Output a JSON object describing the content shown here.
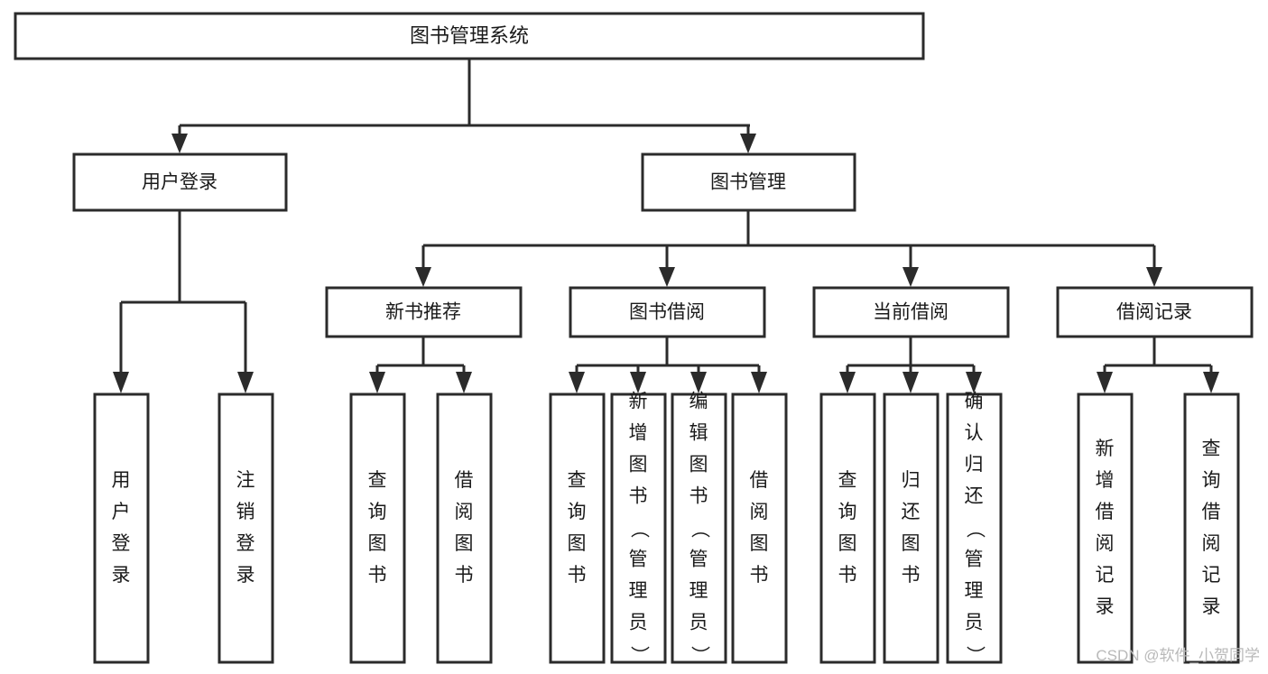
{
  "diagram": {
    "type": "hierarchy-tree",
    "title": "图书管理系统",
    "orientation": "top-down",
    "levels": 4,
    "root": {
      "id": "root",
      "label": "图书管理系统",
      "orient": "horizontal"
    },
    "level2": [
      {
        "id": "user-login",
        "label": "用户登录",
        "orient": "horizontal"
      },
      {
        "id": "book-manage",
        "label": "图书管理",
        "orient": "horizontal"
      }
    ],
    "level3": [
      {
        "id": "new-book-rec",
        "label": "新书推荐",
        "orient": "horizontal",
        "parent": "book-manage"
      },
      {
        "id": "book-borrow",
        "label": "图书借阅",
        "orient": "horizontal",
        "parent": "book-manage"
      },
      {
        "id": "current-borrow",
        "label": "当前借阅",
        "orient": "horizontal",
        "parent": "book-manage"
      },
      {
        "id": "borrow-record",
        "label": "借阅记录",
        "orient": "horizontal",
        "parent": "book-manage"
      }
    ],
    "leaves": [
      {
        "id": "leaf-user-login",
        "label": "用户登录",
        "orient": "vertical",
        "parent": "user-login"
      },
      {
        "id": "leaf-logout",
        "label": "注销登录",
        "orient": "vertical",
        "parent": "user-login"
      },
      {
        "id": "leaf-query-book-1",
        "label": "查询图书",
        "orient": "vertical",
        "parent": "new-book-rec"
      },
      {
        "id": "leaf-borrow-book-1",
        "label": "借阅图书",
        "orient": "vertical",
        "parent": "new-book-rec"
      },
      {
        "id": "leaf-query-book-2",
        "label": "查询图书",
        "orient": "vertical",
        "parent": "book-borrow"
      },
      {
        "id": "leaf-add-book",
        "label": "新增图书（管理员）",
        "orient": "vertical",
        "parent": "book-borrow"
      },
      {
        "id": "leaf-edit-book",
        "label": "编辑图书（管理员）",
        "orient": "vertical",
        "parent": "book-borrow"
      },
      {
        "id": "leaf-borrow-book-2",
        "label": "借阅图书",
        "orient": "vertical",
        "parent": "book-borrow"
      },
      {
        "id": "leaf-query-book-3",
        "label": "查询图书",
        "orient": "vertical",
        "parent": "current-borrow"
      },
      {
        "id": "leaf-return-book",
        "label": "归还图书",
        "orient": "vertical",
        "parent": "current-borrow"
      },
      {
        "id": "leaf-confirm-return",
        "label": "确认归还（管理员）",
        "orient": "vertical",
        "parent": "current-borrow"
      },
      {
        "id": "leaf-add-record",
        "label": "新增借阅记录",
        "orient": "vertical",
        "parent": "borrow-record"
      },
      {
        "id": "leaf-query-record",
        "label": "查询借阅记录",
        "orient": "vertical",
        "parent": "borrow-record"
      }
    ]
  },
  "watermark": {
    "text": "CSDN @软件_小贺同学"
  },
  "colors": {
    "box_stroke": "#2b2b2b",
    "box_fill": "#ffffff",
    "text": "#1a1a1a",
    "background": "#ffffff",
    "watermark": "#b9b9b9"
  }
}
